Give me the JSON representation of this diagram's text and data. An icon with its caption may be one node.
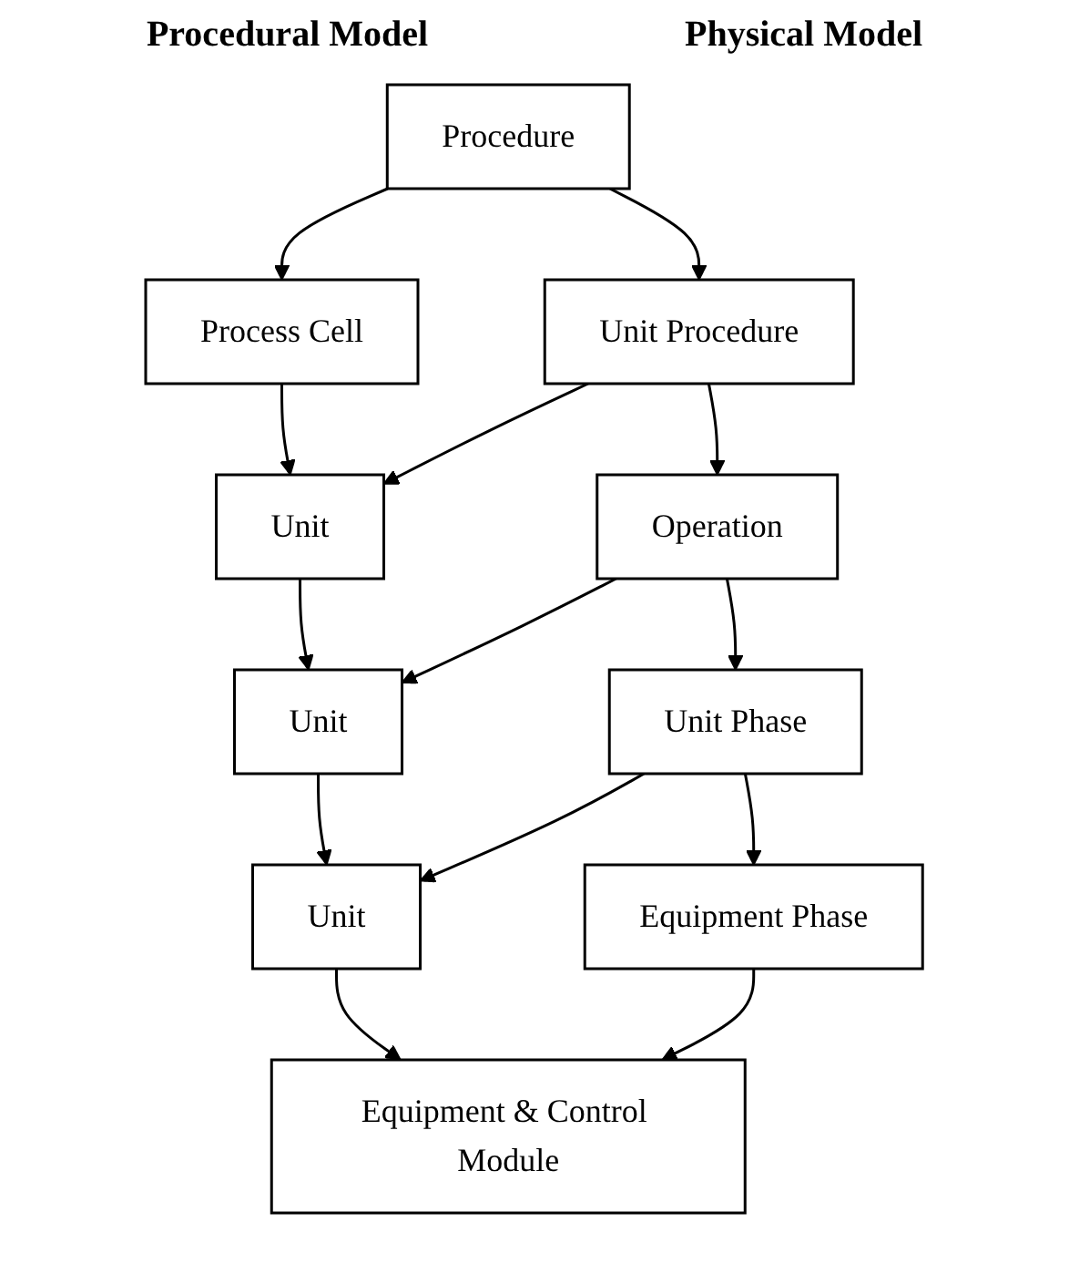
{
  "diagram": {
    "nodes": [
      {
        "text": [
          "Procedure"
        ]
      },
      {
        "text": [
          "Process Cell"
        ]
      },
      {
        "text": [
          "Unit Procedure"
        ]
      },
      {
        "text": [
          "Unit"
        ]
      },
      {
        "text": [
          "Operation"
        ]
      },
      {
        "text": [
          "Unit"
        ]
      },
      {
        "text": [
          "Unit Phase"
        ]
      },
      {
        "text": [
          "Unit"
        ]
      },
      {
        "text": [
          "Equipment Phase"
        ]
      },
      {
        "text": [
          "Equipment & Control Module"
        ]
      }
    ],
    "edges": [
      {
        "from": 0,
        "to": 1,
        "arrow": "to"
      },
      {
        "from": 0,
        "to": 2,
        "arrow": "to"
      },
      {
        "from": 1,
        "to": 3,
        "arrow": "to"
      },
      {
        "from": 2,
        "to": 3,
        "arrow": "to"
      },
      {
        "from": 2,
        "to": 4,
        "arrow": "to"
      },
      {
        "from": 3,
        "to": 5,
        "arrow": "to"
      },
      {
        "from": 4,
        "to": 5,
        "arrow": "to"
      },
      {
        "from": 4,
        "to": 6,
        "arrow": "to"
      },
      {
        "from": 5,
        "to": 7,
        "arrow": "to"
      },
      {
        "from": 6,
        "to": 7,
        "arrow": "to"
      },
      {
        "from": 6,
        "to": 8,
        "arrow": "to"
      },
      {
        "from": 7,
        "to": 9,
        "arrow": "to"
      },
      {
        "from": 8,
        "to": 9,
        "arrow": "to"
      }
    ],
    "labels": [
      "Procedural Model",
      "Physical Model"
    ]
  }
}
